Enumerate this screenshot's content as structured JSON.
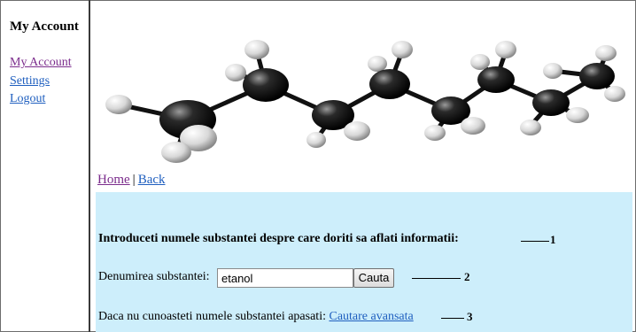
{
  "sidebar": {
    "title": "My Account",
    "links": [
      {
        "label": "My Account"
      },
      {
        "label": "Settings"
      },
      {
        "label": "Logout"
      }
    ]
  },
  "breadcrumb": {
    "home": "Home",
    "separator": "|",
    "back": "Back"
  },
  "form": {
    "heading": "Introduceti numele substantei despre care doriti sa aflati informatii:",
    "field_label": "Denumirea substantei:",
    "input_value": "etanol",
    "search_button": "Cauta",
    "advanced_text": "Daca nu cunoasteti numele substantei apasati:",
    "advanced_link": "Cautare avansata"
  },
  "callouts": {
    "one": "1",
    "two": "2",
    "three": "3"
  },
  "colors": {
    "panel_bg": "#cdeefb",
    "visited_link": "#7b2c8c",
    "link": "#1f5fbf"
  }
}
